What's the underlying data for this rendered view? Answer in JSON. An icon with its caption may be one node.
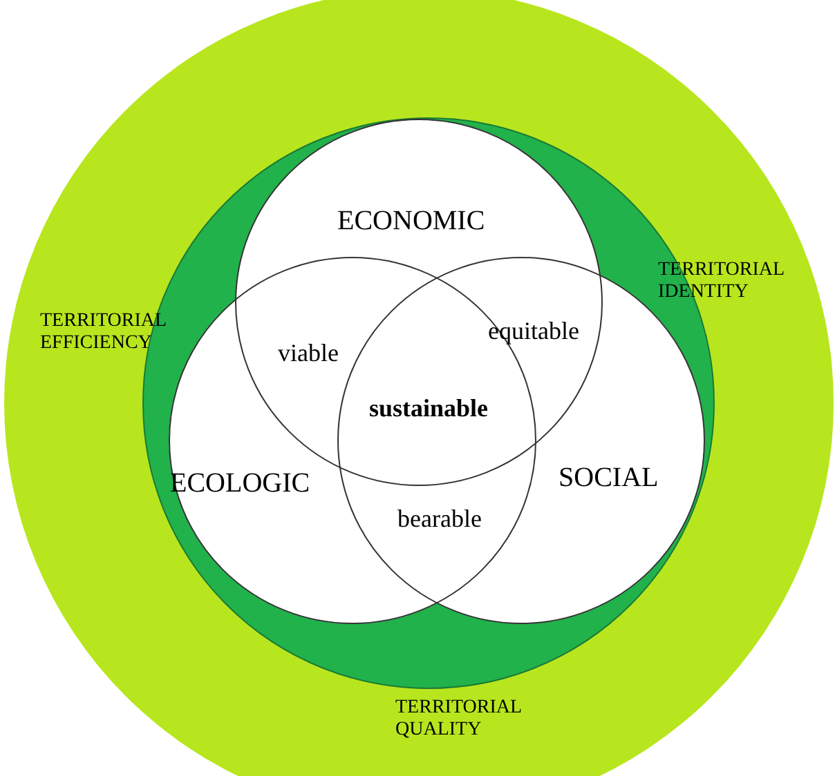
{
  "diagram": {
    "nodes": [
      {
        "text": [
          "TERRITORIAL EFFICIENCY",
          "TERRITORIAL IDENTITY",
          "TERRITORIAL QUALITY"
        ]
      },
      {
        "text": [],
        "shape": "circle",
        "in": 0
      },
      {
        "text": [
          "ECONOMIC"
        ],
        "in": 1
      },
      {
        "text": [
          "ECOLOGIC"
        ],
        "in": 1
      },
      {
        "text": [
          "SOCIAL"
        ],
        "in": 1
      }
    ],
    "edges": [],
    "labels": [
      "equitable",
      "viable",
      "sustainable",
      "bearable"
    ]
  }
}
